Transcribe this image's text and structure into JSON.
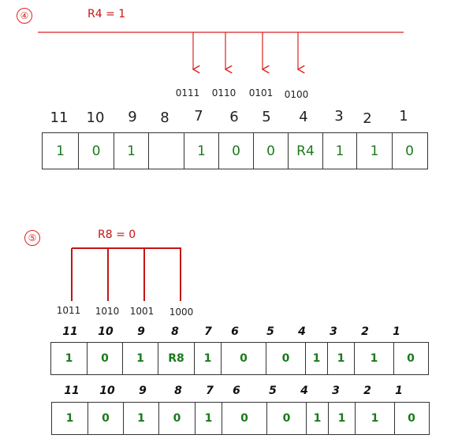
{
  "step4": {
    "marker": "④",
    "label": "R4 = 1",
    "binaries": [
      "0111",
      "0110",
      "0101",
      "0100"
    ],
    "positions": [
      "11",
      "10",
      "9",
      "8",
      "7",
      "6",
      "5",
      "4",
      "3",
      "2",
      "1"
    ],
    "cells": [
      "1",
      "0",
      "1",
      "",
      "1",
      "0",
      "0",
      "R4",
      "1",
      "1",
      "0"
    ]
  },
  "step5": {
    "marker": "⑤",
    "label": "R8 = 0",
    "binaries": [
      "1011",
      "1010",
      "1001",
      "1000"
    ],
    "positions_row1": [
      "11",
      "10",
      "9",
      "8",
      "7",
      "6",
      "5",
      "4",
      "3",
      "2",
      "1"
    ],
    "cells_row1": [
      "1",
      "0",
      "1",
      "R8",
      "1",
      "0",
      "0",
      "1",
      "1",
      "1",
      "0"
    ],
    "positions_row2": [
      "11",
      "10",
      "9",
      "8",
      "7",
      "6",
      "5",
      "4",
      "3",
      "2",
      "1"
    ],
    "cells_row2": [
      "1",
      "0",
      "1",
      "0",
      "1",
      "0",
      "0",
      "1",
      "1",
      "1",
      "0"
    ]
  },
  "colors": {
    "annotation": "#c41414",
    "cell_value": "#1c7a1c",
    "border": "#333333"
  }
}
